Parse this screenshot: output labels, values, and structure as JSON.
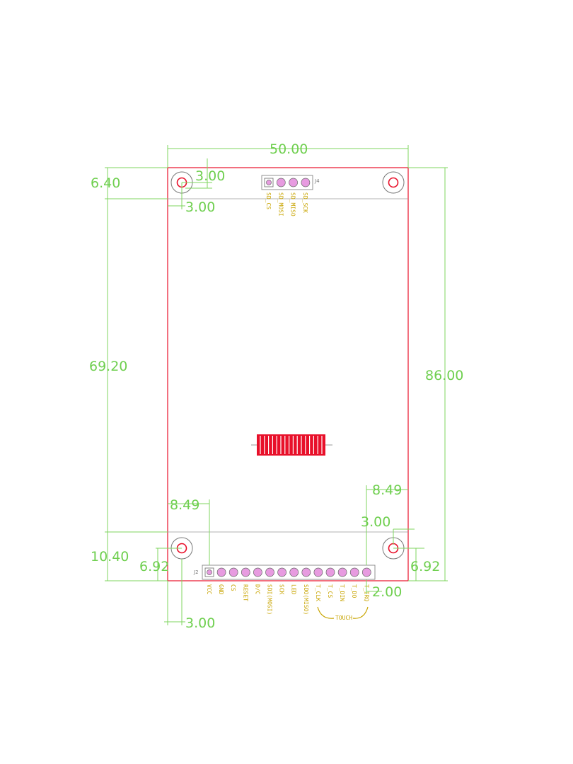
{
  "dimensions": {
    "width_total": "50.00",
    "height_total": "86.00",
    "top_offset": "6.40",
    "display_area_height": "69.20",
    "bottom_offset": "10.40",
    "hole_top_x": "3.00",
    "hole_top_y": "3.00",
    "header_left": "8.49",
    "header_right": "8.49",
    "hole_bottom_right_y": "3.00",
    "hole_left_margin": "6.92",
    "hole_right_margin": "6.92",
    "hole_bottom_x": "3.00",
    "header_bottom_margin": "2.00"
  },
  "connectors": {
    "j4": {
      "ref": "J4",
      "pins": [
        "SD_CS",
        "SD_MOSI",
        "SD_MISO",
        "SD_SCK"
      ]
    },
    "j2": {
      "ref": "J2",
      "pins": [
        "VCC",
        "GND",
        "CS",
        "RESET",
        "D/C",
        "SDI(MOSI)",
        "SCK",
        "LED",
        "SDO(MISO)",
        "T_CLK",
        "T_CS",
        "T_DIN",
        "T_DO",
        "T_IRQ"
      ]
    },
    "touch_group_label": "TOUCH"
  },
  "colors": {
    "dimension": "#6fcf4f",
    "board_outline": "#e8102a",
    "pin_label": "#c8a400",
    "pad": "#e79be0"
  }
}
